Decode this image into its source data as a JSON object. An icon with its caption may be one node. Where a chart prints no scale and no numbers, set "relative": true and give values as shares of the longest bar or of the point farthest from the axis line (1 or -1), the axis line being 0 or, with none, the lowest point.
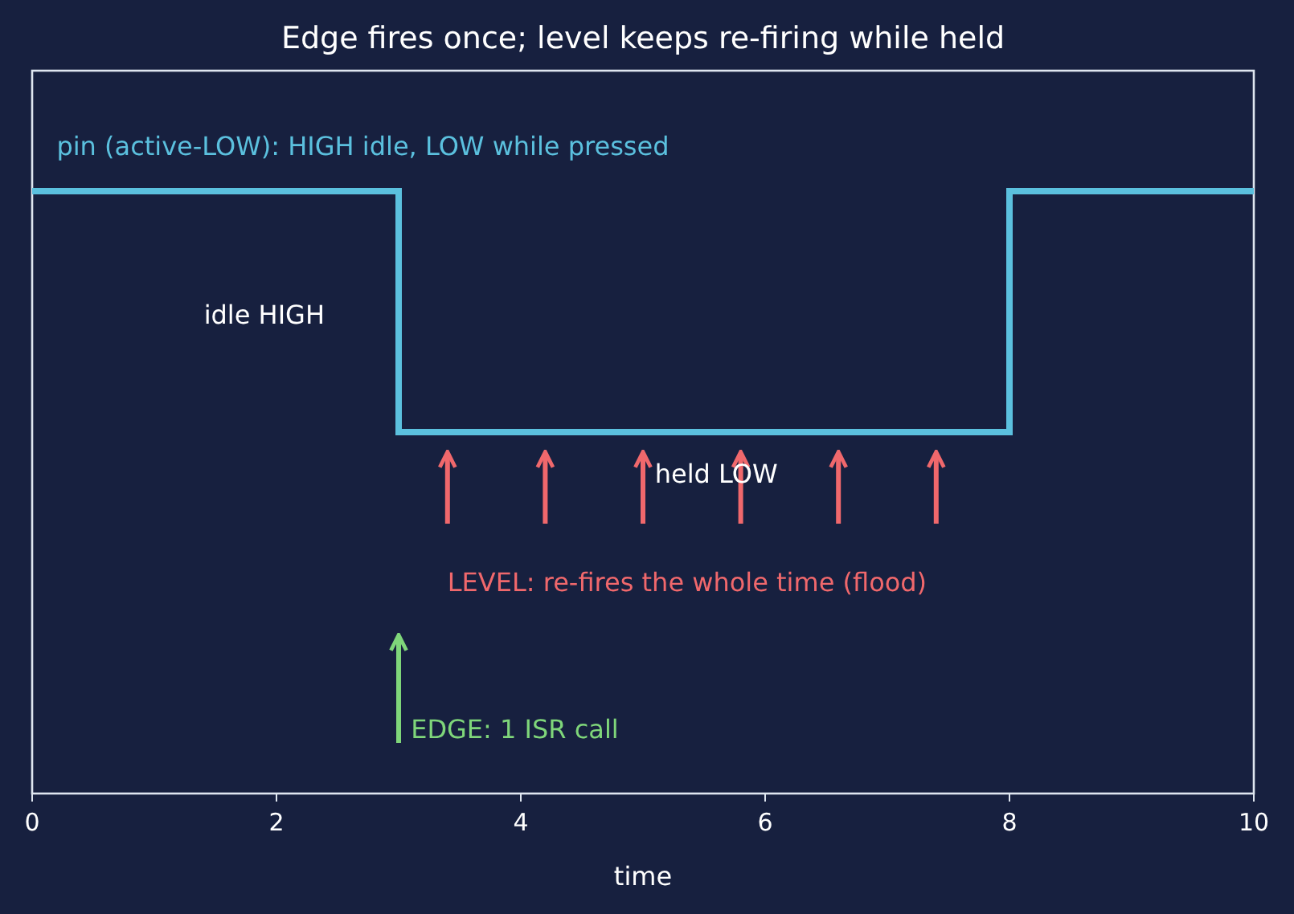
{
  "diagram": {
    "title": "Edge fires once; level keeps re-firing while held",
    "chart_data": {
      "type": "line",
      "xlabel": "time",
      "relative": true,
      "x": [
        0,
        3,
        3,
        8,
        8,
        10
      ],
      "series": [
        {
          "name": "pin (active-LOW): HIGH idle, LOW while pressed",
          "color": "#5bc0de",
          "values": [
            1,
            1,
            0,
            0,
            1,
            1
          ]
        }
      ],
      "xlim": [
        0,
        10
      ],
      "xticks": [
        0,
        2,
        4,
        6,
        8,
        10
      ],
      "annotations": [
        "idle HIGH",
        "held LOW",
        "LEVEL: re-fires the whole time (flood)",
        "EDGE: 1 ISR call"
      ]
    }
  }
}
